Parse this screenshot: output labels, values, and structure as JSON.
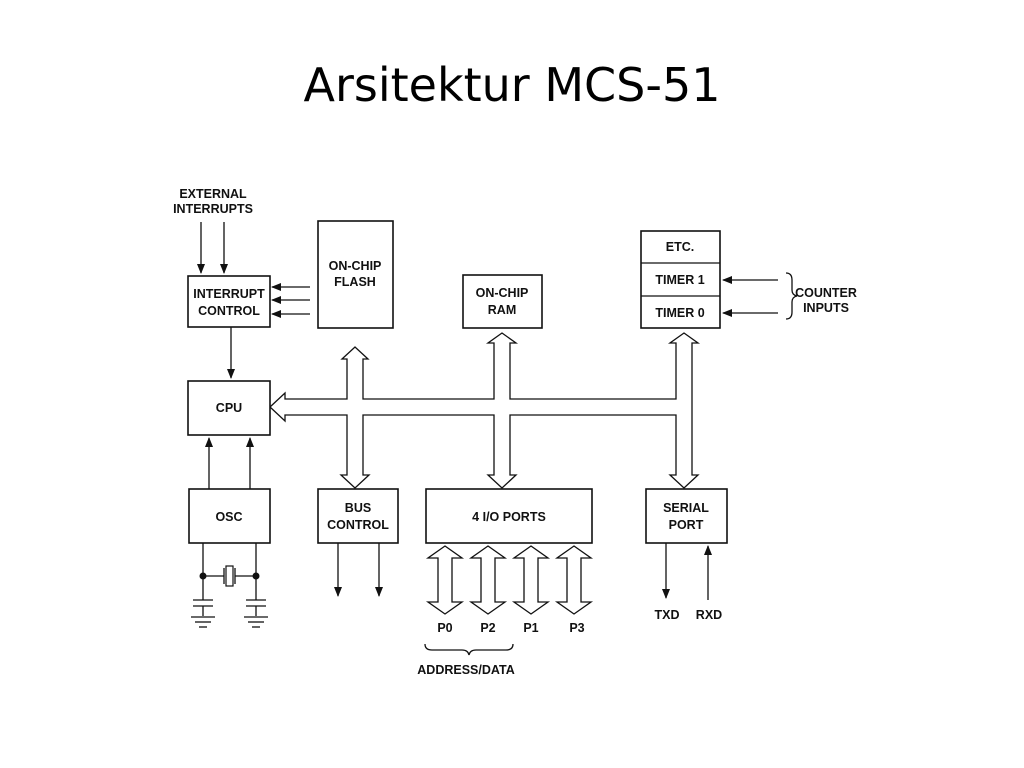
{
  "slide": {
    "title": "Arsitektur MCS-51"
  },
  "labels": {
    "external_interrupts_1": "EXTERNAL",
    "external_interrupts_2": "INTERRUPTS",
    "interrupt_control_1": "INTERRUPT",
    "interrupt_control_2": "CONTROL",
    "flash_1": "ON-CHIP",
    "flash_2": "FLASH",
    "ram_1": "ON-CHIP",
    "ram_2": "RAM",
    "etc": "ETC.",
    "timer1": "TIMER 1",
    "timer0": "TIMER 0",
    "counter_1": "COUNTER",
    "counter_2": "INPUTS",
    "cpu": "CPU",
    "osc": "OSC",
    "bus_control_1": "BUS",
    "bus_control_2": "CONTROL",
    "io_ports": "4 I/O PORTS",
    "serial_1": "SERIAL",
    "serial_2": "PORT",
    "p0": "P0",
    "p2": "P2",
    "p1": "P1",
    "p3": "P3",
    "address_data": "ADDRESS/DATA",
    "txd": "TXD",
    "rxd": "RXD"
  }
}
